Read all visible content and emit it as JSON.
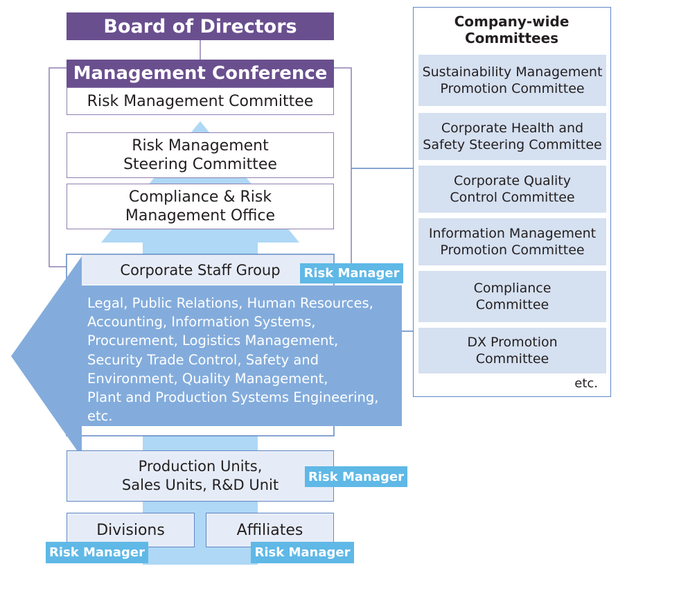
{
  "board": "Board of Directors",
  "management_conference": "Management Conference",
  "risk_management_committee": "Risk Management Committee",
  "steering_committee": [
    "Risk Management",
    "Steering Committee"
  ],
  "compliance_office": [
    "Compliance & Risk",
    "Management Office"
  ],
  "corporate_staff_group": "Corporate Staff Group",
  "corporate_staff_functions": [
    "Legal, Public Relations, Human Resources,",
    "Accounting, Information Systems,",
    "Procurement, Logistics Management,",
    "Security Trade Control, Safety and",
    "Environment, Quality Management,",
    "Plant and Production Systems Engineering,",
    "etc."
  ],
  "production_units": [
    "Production Units,",
    "Sales Units, R&D Unit"
  ],
  "divisions": "Divisions",
  "affiliates": "Affiliates",
  "risk_manager_label": "Risk Manager",
  "company_wide": {
    "title": [
      "Company-wide",
      "Committees"
    ],
    "items": [
      [
        "Sustainability Management",
        "Promotion Committee"
      ],
      [
        "Corporate Health and",
        "Safety Steering Committee"
      ],
      [
        "Corporate Quality",
        "Control Committee"
      ],
      [
        "Information Management",
        "Promotion Committee"
      ],
      [
        "Compliance",
        "Committee"
      ],
      [
        "DX Promotion",
        "Committee"
      ]
    ],
    "etc": "etc."
  },
  "colors": {
    "purple": "#6a4f8f",
    "purple_border": "#8f7fb0",
    "light_blue_arrow": "#aed8f5",
    "blue_arrow": "#83acdc",
    "risk_manager_tag": "#5fb8e6",
    "committee_fill": "#d5e0f0",
    "blue_border": "#5f86c4"
  }
}
